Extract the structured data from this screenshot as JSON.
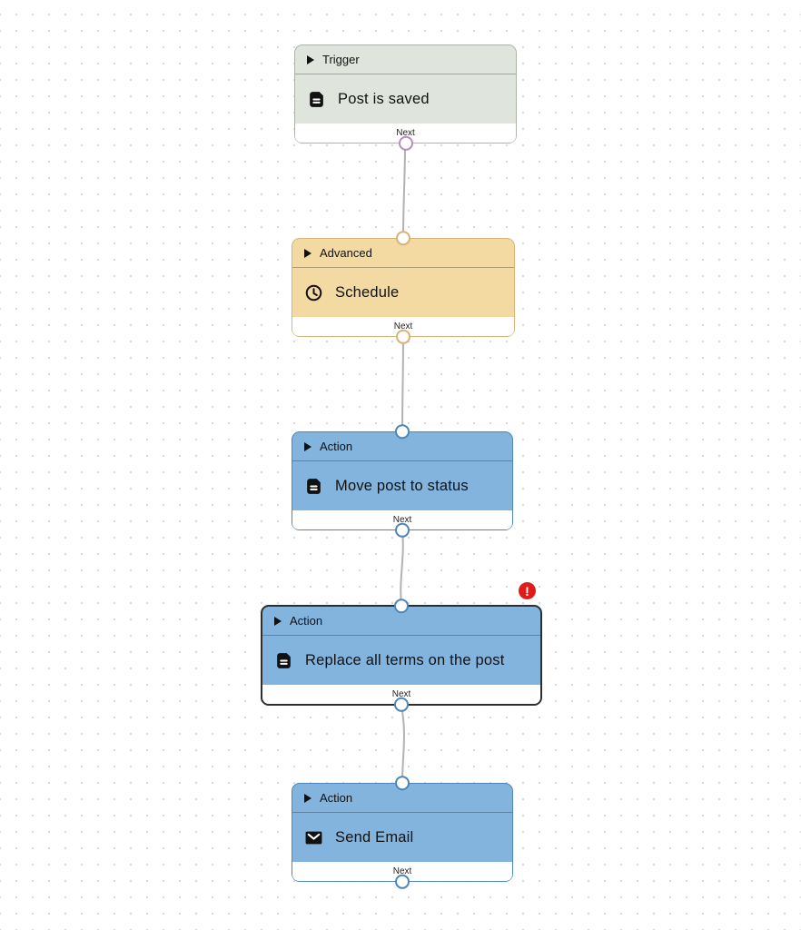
{
  "canvas": {
    "type": "workflow-editor",
    "background_color": "#ffffff",
    "dot_grid_color": "#d8d8dc",
    "edge_color": "#b1b1b7"
  },
  "nodes": [
    {
      "category": "Trigger",
      "title": "Post is saved",
      "icon": "post-icon",
      "footer": "Next",
      "handles": [
        "bottom"
      ],
      "colors": {
        "fill": "#dfe5dc",
        "border": "#adb5ab",
        "handle": "#b88cc0"
      }
    },
    {
      "category": "Advanced",
      "title": "Schedule",
      "icon": "clock-icon",
      "footer": "Next",
      "handles": [
        "top",
        "bottom"
      ],
      "colors": {
        "fill": "#f3d9a2",
        "border": "#d7b376",
        "handle": "#d7b376"
      }
    },
    {
      "category": "Action",
      "title": "Move post to status",
      "icon": "post-icon",
      "footer": "Next",
      "handles": [
        "top",
        "bottom"
      ],
      "colors": {
        "fill": "#83b4dd",
        "border": "#4d86b8",
        "handle": "#4d86b8"
      }
    },
    {
      "category": "Action",
      "title": "Replace all terms on the post",
      "icon": "post-icon",
      "footer": "Next",
      "selected": true,
      "error_badge": {
        "glyph": "!",
        "color": "#e01b1b"
      },
      "handles": [
        "top",
        "bottom"
      ],
      "colors": {
        "fill": "#83b4dd",
        "border": "#2e2e2e",
        "handle": "#4d86b8"
      }
    },
    {
      "category": "Action",
      "title": "Send Email",
      "icon": "mail-icon",
      "footer": "Next",
      "handles": [
        "top",
        "bottom"
      ],
      "colors": {
        "fill": "#83b4dd",
        "border": "#4d86b8",
        "handle": "#4d86b8"
      }
    }
  ],
  "edges": [
    {
      "from": "Post is saved",
      "to": "Schedule"
    },
    {
      "from": "Schedule",
      "to": "Move post to status"
    },
    {
      "from": "Move post to status",
      "to": "Replace all terms on the post"
    },
    {
      "from": "Replace all terms on the post",
      "to": "Send Email"
    }
  ]
}
